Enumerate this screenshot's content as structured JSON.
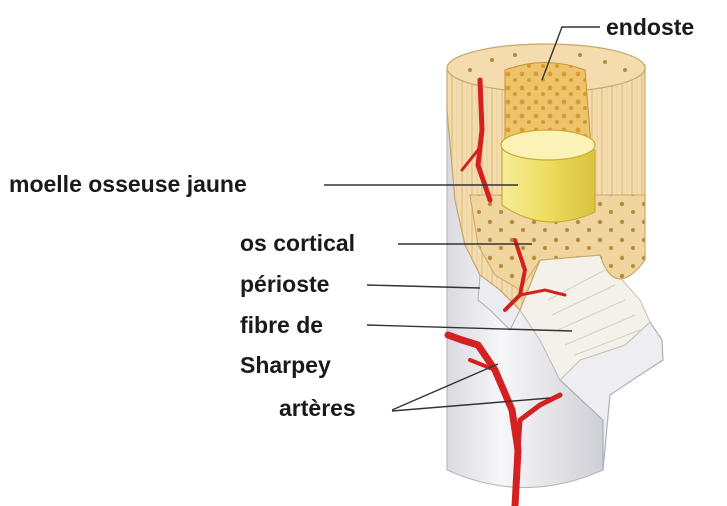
{
  "labels": {
    "endoste": "endoste",
    "moelle": "moelle osseuse jaune",
    "os_cortical": "os cortical",
    "perioste": "périoste",
    "fibre_line1": "fibre de",
    "fibre_line2": "Sharpey",
    "arteres": "artères"
  },
  "colors": {
    "compact_bone": "#f3dbb0",
    "spongy_bone": "#eec773",
    "marrow": "#f1e27a",
    "periosteum": "#e9e9ee",
    "artery": "#d32020",
    "leader_line": "#333333"
  }
}
